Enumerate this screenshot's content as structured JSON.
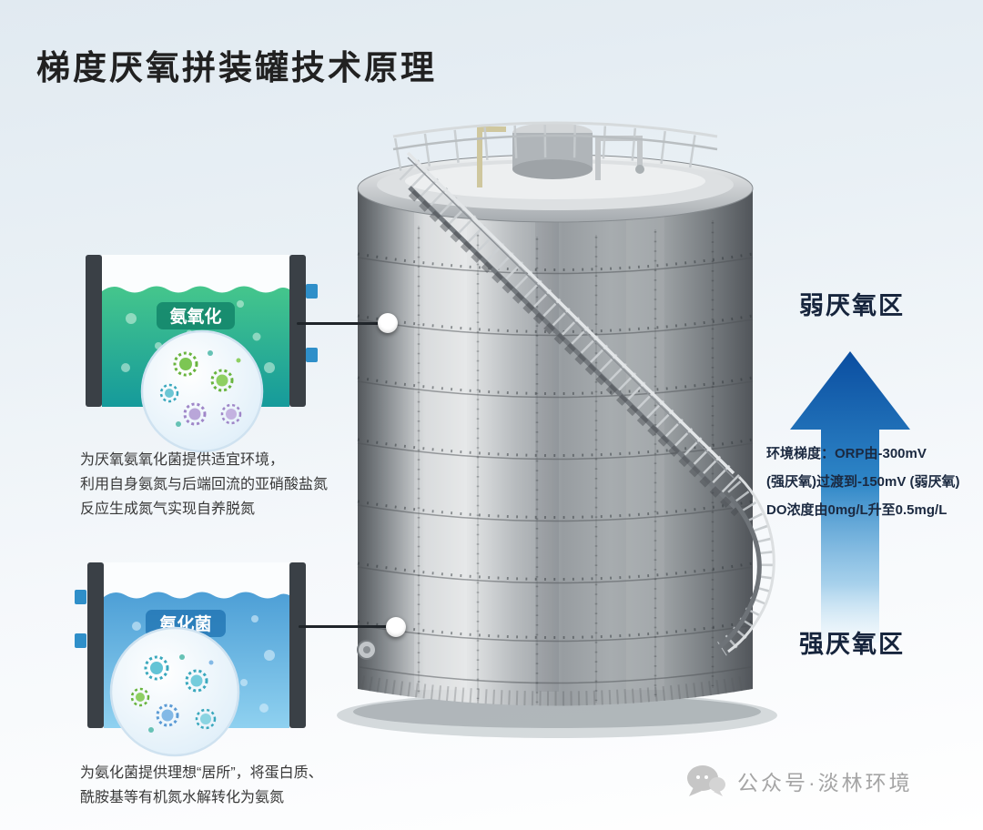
{
  "title": "梯度厌氧拼装罐技术原理",
  "insets": {
    "top": {
      "label": "氨氧化",
      "desc_lines": [
        "为厌氧氨氧化菌提供适宜环境，",
        "利用自身氨氮与后端回流的亚硝酸盐氮",
        "反应生成氮气实现自养脱氮"
      ]
    },
    "bottom": {
      "label": "氨化菌",
      "desc_lines": [
        "为氨化菌提供理想“居所”，将蛋白质、",
        "酰胺基等有机氮水解转化为氨氮"
      ]
    }
  },
  "gradient_zone": {
    "weak_label": "弱厌氧区",
    "strong_label": "强厌氧区",
    "lines": [
      "环境梯度：ORP由-300mV",
      "(强厌氧)过渡到-150mV (弱厌氧)",
      "DO浓度由0mg/L升至0.5mg/L"
    ]
  },
  "watermark": {
    "text": "公众号·淡林环境"
  },
  "colors": {
    "zone-text": "#16243c",
    "gradient-text": "#1b2940",
    "desc-text": "#383838",
    "arrow-top": "#0a4da0",
    "arrow-mid": "#2e86c7",
    "arrow-bottom": "#cfe9f7",
    "water-green-top": "#45c68c",
    "water-green-bottom": "#159a9b",
    "water-blue-top": "#4d9fd6",
    "water-blue-bottom": "#8fd1f0",
    "nozzle-blue": "#2f8fc9"
  }
}
